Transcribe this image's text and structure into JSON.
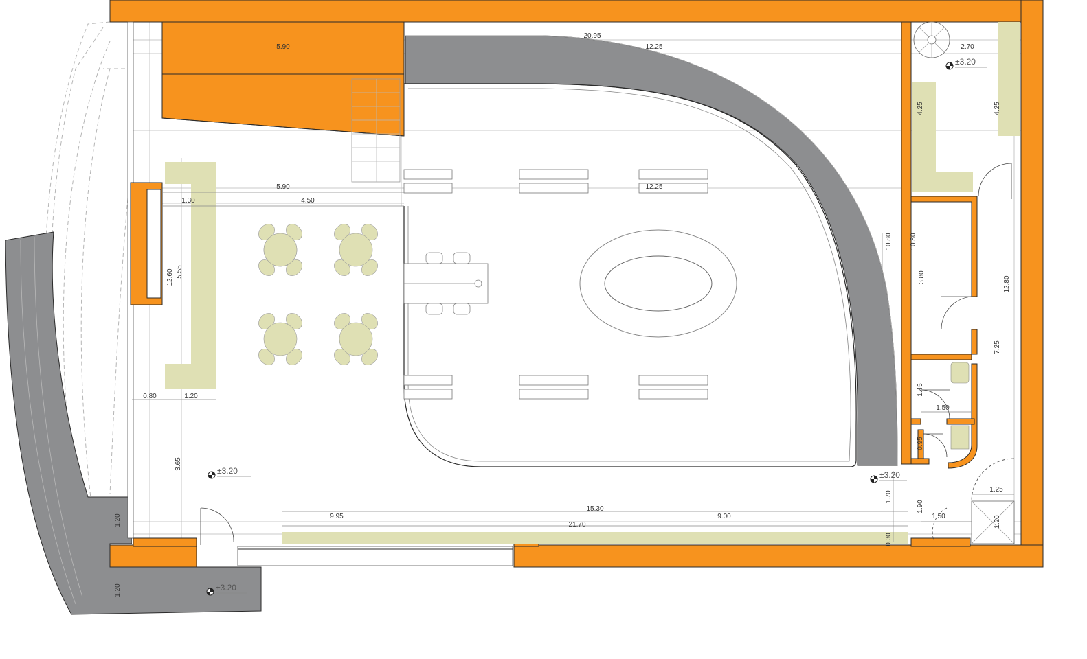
{
  "colors": {
    "wall": "#f7931e",
    "furniture": "#dfe0b4",
    "ramp": "#8d8e90",
    "line": "#b9b9b9"
  },
  "dimensions": {
    "d_590_top": "5.90",
    "d_2095": "20.95",
    "d_1225_top": "12.25",
    "d_270": "2.70",
    "d_425_a": "4.25",
    "d_425_b": "4.25",
    "d_590_mid": "5.90",
    "d_1225_mid": "12.25",
    "d_130": "1.30",
    "d_450": "4.50",
    "d_1260": "12.60",
    "d_555": "5.55",
    "d_1080_a": "10.80",
    "d_1080_b": "10.80",
    "d_380": "3.80",
    "d_1280": "12.80",
    "d_725": "7.25",
    "d_080": "0.80",
    "d_120_bench": "1.20",
    "d_145": "1.45",
    "d_150_a": "1.50",
    "d_095": "0.95",
    "d_365": "3.65",
    "d_170": "1.70",
    "d_125": "1.25",
    "d_995": "9.95",
    "d_1530": "15.30",
    "d_900": "9.00",
    "d_190": "1.90",
    "d_150_b": "1.50",
    "d_120_stair": "1.20",
    "d_2170": "21.70",
    "d_120_left": "1.20",
    "d_030": "0.30",
    "d_120_ramp": "1.20"
  },
  "levels": {
    "l_top_right": "±3.20",
    "l_main": "±3.20",
    "l_right": "±3.20",
    "l_bottom": "±3.20"
  }
}
